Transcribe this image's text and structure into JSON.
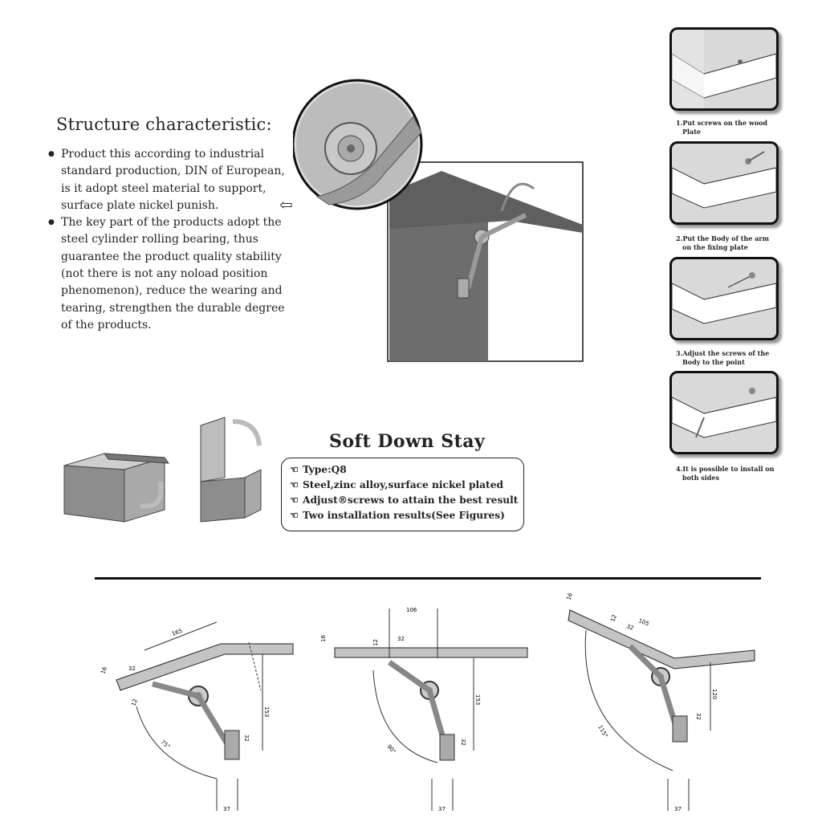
{
  "structure": {
    "title": "Structure characteristic:",
    "bullets": [
      "Product this according to industrial standard production, DIN of European, is it adopt steel material to support, surface plate nickel punish.",
      "The key part of the products adopt the steel cylinder rolling bearing, thus guarantee the product quality stability (not there is not any noload position phenomenon), reduce the wearing and tearing, strengthen the durable degree of the products."
    ]
  },
  "product": {
    "title": "Soft Down Stay",
    "features": [
      "Type:Q8",
      "Steel,zinc alloy,surface nickel plated",
      "Adjust®screws to attain the best result",
      "Two installation results(See Figures)"
    ]
  },
  "steps": [
    {
      "line1": "1.Put screws on the wood",
      "line2": "Plate"
    },
    {
      "line1": "2.Put the Body of the arm",
      "line2": "on the fixing plate"
    },
    {
      "line1": "3.Adjust the screws of the",
      "line2": "Body to the point"
    },
    {
      "line1": "4.It is possible to install on",
      "line2": "both sides"
    }
  ],
  "dimensions": {
    "d1": {
      "a": "165",
      "b": "32",
      "c": "153",
      "d": "32",
      "e": "37",
      "f": "75°",
      "g": "16",
      "h": "12"
    },
    "d2": {
      "a": "106",
      "b": "32",
      "c": "153",
      "d": "32",
      "e": "37",
      "f": "90°",
      "g": "16",
      "h": "12"
    },
    "d3": {
      "a": "105",
      "b": "32",
      "c": "120",
      "d": "32",
      "e": "37",
      "f": "115°",
      "g": "16",
      "h": "12"
    }
  },
  "colors": {
    "panel": "#d9d9d9",
    "line": "#111111",
    "metal": "#8c8c8c"
  }
}
